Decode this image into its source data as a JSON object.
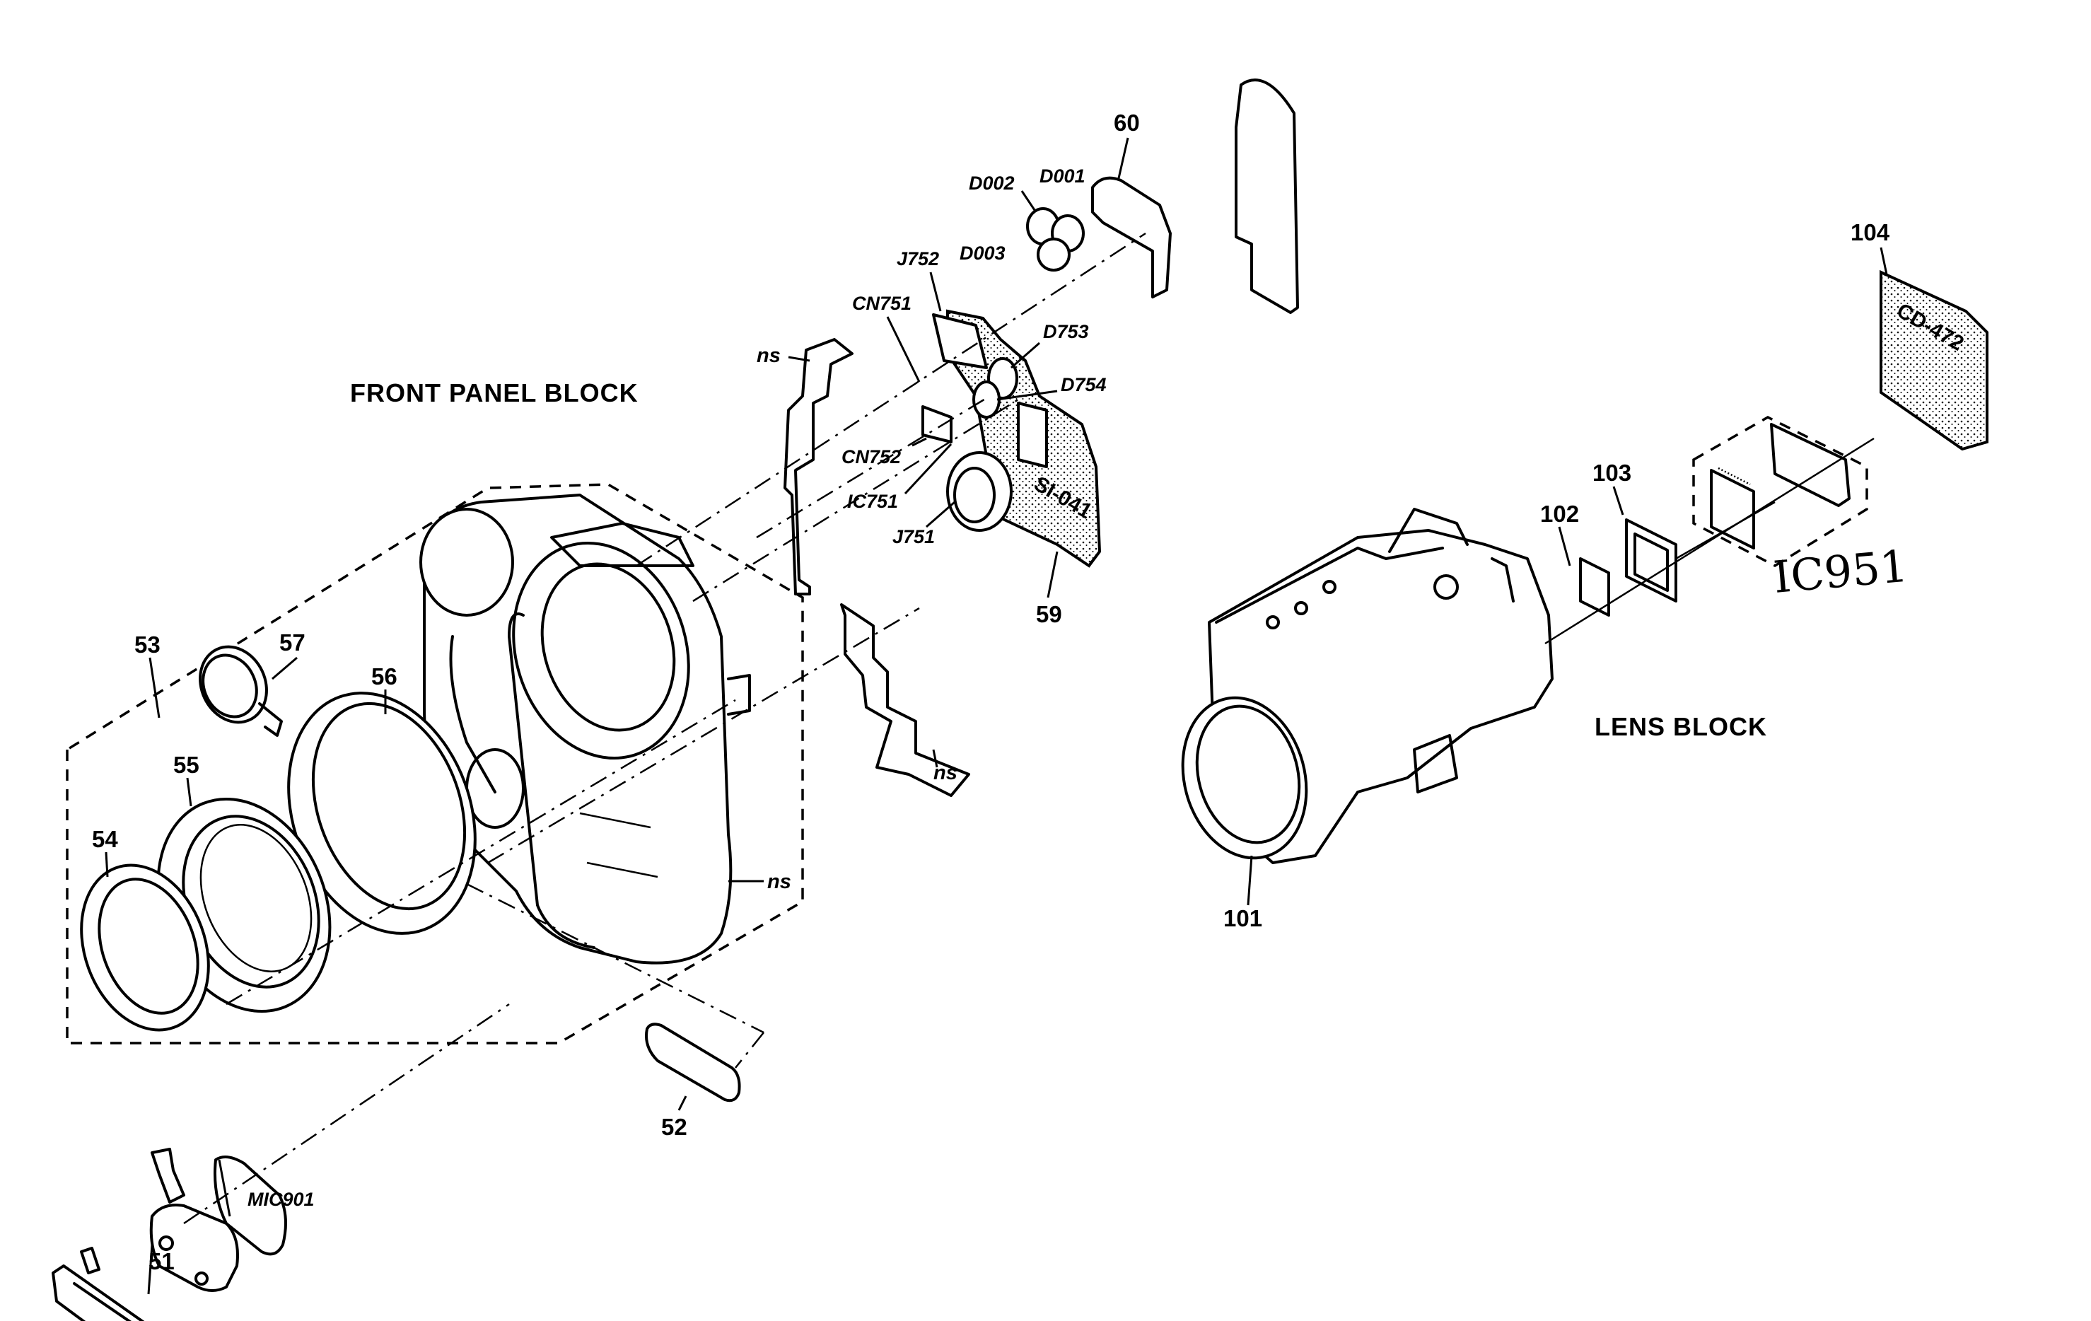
{
  "diagram": {
    "title": "Camcorder exploded view — Front Panel Block and Lens Block",
    "blocks": {
      "front_panel": "FRONT PANEL BLOCK",
      "lens": "LENS BLOCK"
    },
    "handwritten_note": "IC951",
    "board_markings": {
      "si_board": "SI-041",
      "cd_board": "CD-472"
    },
    "part_numbers": {
      "p51": "51",
      "p52": "52",
      "p53": "53",
      "p54": "54",
      "p55": "55",
      "p56": "56",
      "p57": "57",
      "p59": "59",
      "p60": "60",
      "p101": "101",
      "p102": "102",
      "p103": "103",
      "p104": "104"
    },
    "reference_designators": {
      "d001": "D001",
      "d002": "D002",
      "d003": "D003",
      "j752": "J752",
      "cn751": "CN751",
      "d753": "D753",
      "d754": "D754",
      "cn752": "CN752",
      "ic751": "IC751",
      "j751": "J751",
      "mic901": "MIC901"
    },
    "not_supplied_labels": {
      "top_bracket": "ns",
      "lower_bracket": "ns",
      "front_cabinet": "ns"
    }
  }
}
